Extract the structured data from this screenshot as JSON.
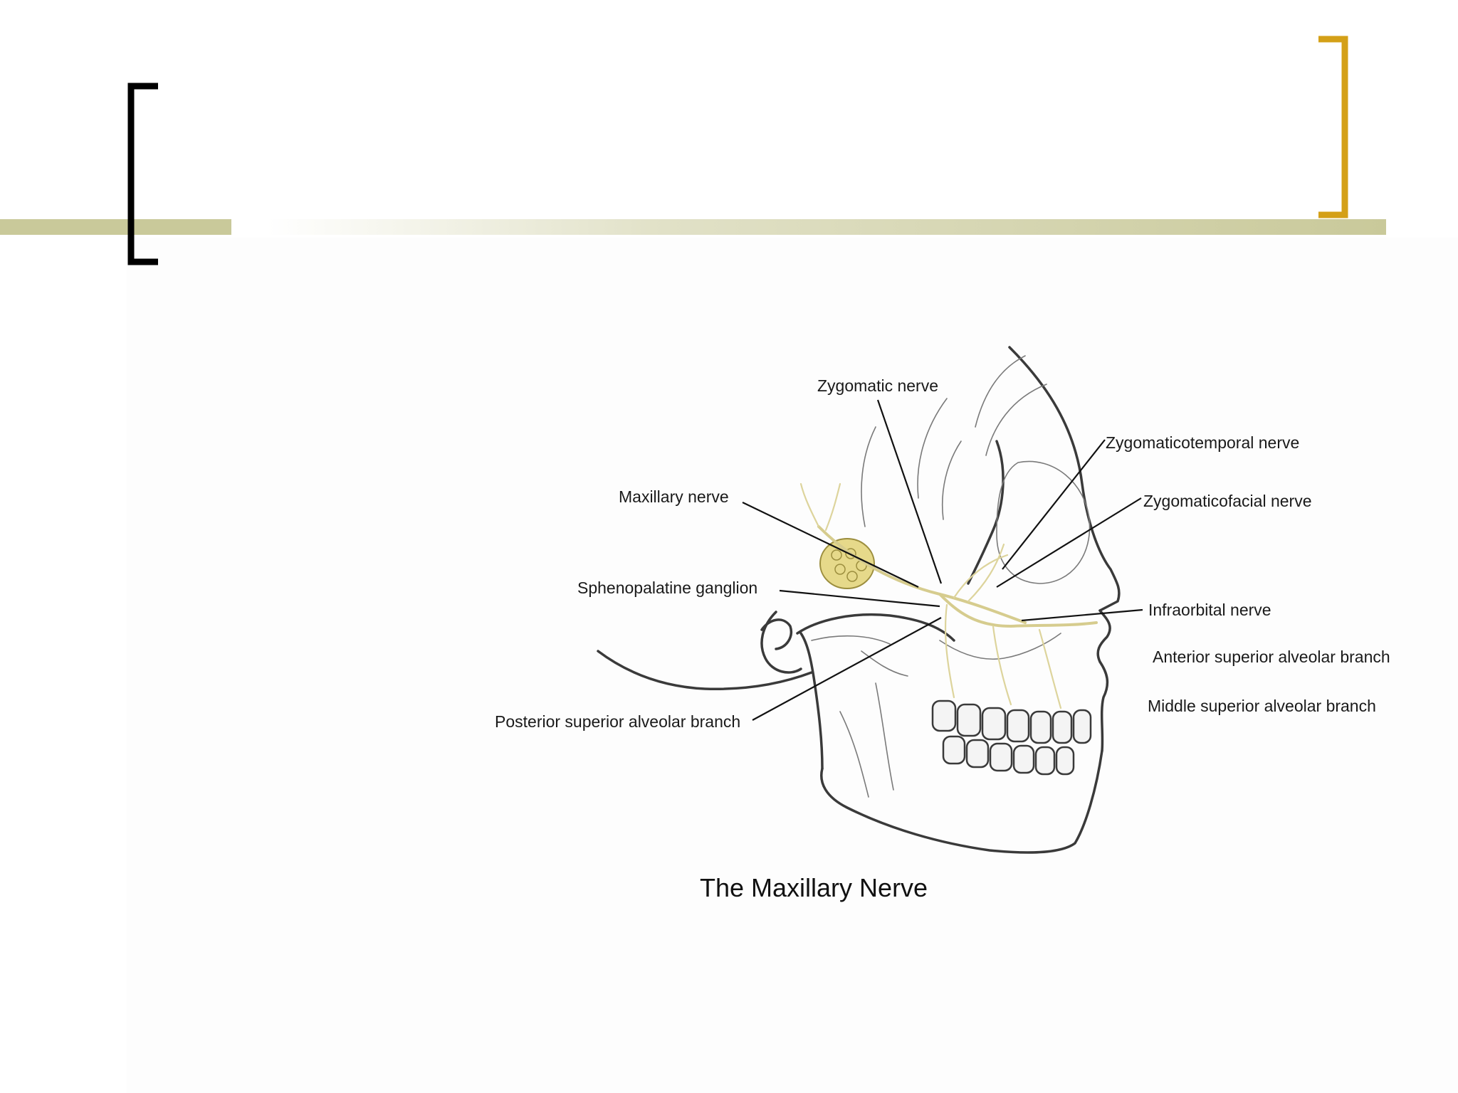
{
  "slide": {
    "accent_bar_color": "#c9c99a",
    "left_bracket_color": "#000000",
    "right_bracket_color": "#d4a017",
    "title": ""
  },
  "figure": {
    "caption": "The Maxillary Nerve",
    "nerve_color": "#d6cc8e",
    "labels": {
      "zygomatic_nerve": "Zygomatic nerve",
      "zygomaticotemporal_nerve": "Zygomaticotemporal nerve",
      "maxillary_nerve": "Maxillary nerve",
      "zygomaticofacial_nerve": "Zygomaticofacial nerve",
      "sphenopalatine_ganglion": "Sphenopalatine ganglion",
      "infraorbital_nerve": "Infraorbital nerve",
      "anterior_superior_alveolar_branch": "Anterior superior alveolar branch",
      "middle_superior_alveolar_branch": "Middle superior alveolar branch",
      "posterior_superior_alveolar_branch": "Posterior superior alveolar branch"
    }
  }
}
